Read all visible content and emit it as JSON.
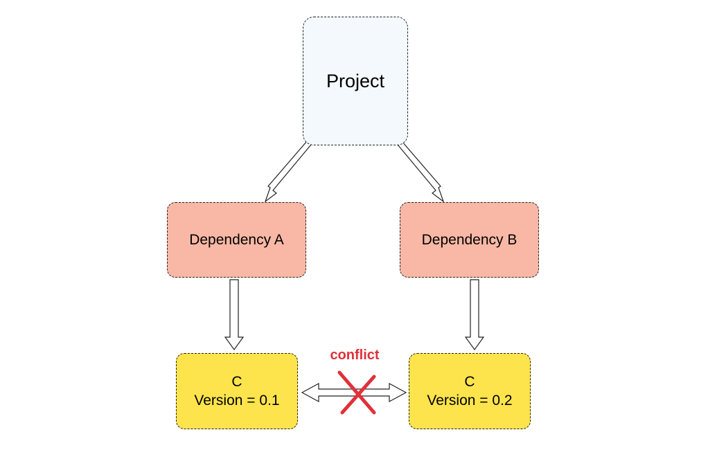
{
  "colors": {
    "project_fill": "#f3f9fc",
    "dependency_fill": "#f9b8a5",
    "library_fill": "#fde44c",
    "conflict": "#e0303a",
    "outline": "#222222"
  },
  "nodes": {
    "project": {
      "label": "Project"
    },
    "dependency_a": {
      "label": "Dependency A"
    },
    "dependency_b": {
      "label": "Dependency B"
    },
    "c_v1": {
      "name": "C",
      "version": "Version = 0.1"
    },
    "c_v2": {
      "name": "C",
      "version": "Version = 0.2"
    }
  },
  "edges": [
    {
      "from": "Project",
      "to": "Dependency A",
      "style": "hollow-arrow"
    },
    {
      "from": "Project",
      "to": "Dependency B",
      "style": "hollow-arrow"
    },
    {
      "from": "Dependency A",
      "to": "C (0.1)",
      "style": "hollow-arrow"
    },
    {
      "from": "Dependency B",
      "to": "C (0.2)",
      "style": "hollow-arrow"
    },
    {
      "from": "C (0.1)",
      "to": "C (0.2)",
      "style": "double-hollow-arrow",
      "crossed_out": true
    }
  ],
  "conflict": {
    "label": "conflict",
    "icon": "cross-mark-icon"
  }
}
